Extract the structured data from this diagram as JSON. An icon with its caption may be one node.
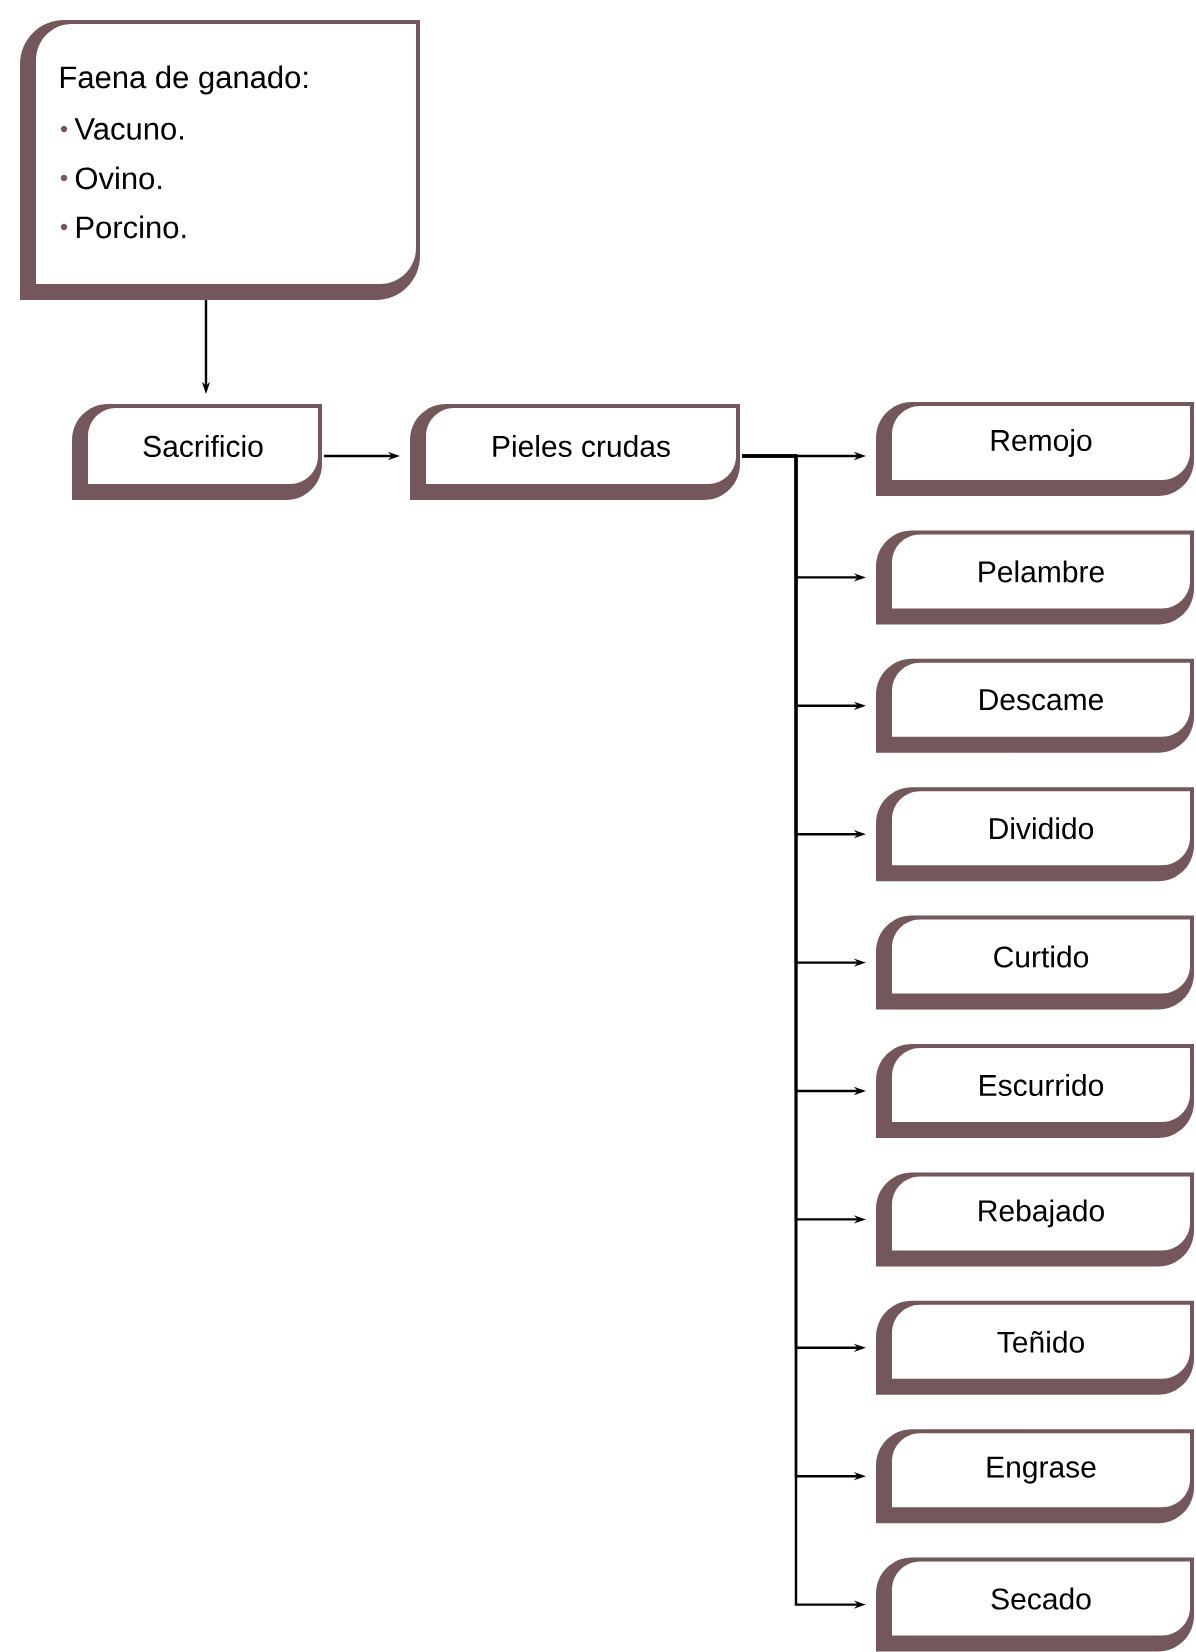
{
  "diagram": {
    "nodes": [
      {
        "text": [
          "Faena de ganado:",
          "Vacuno.",
          "Ovino.",
          "Porcino."
        ]
      },
      {
        "text": [
          "Sacrificio"
        ]
      },
      {
        "text": [
          "Pieles crudas"
        ]
      },
      {
        "text": [
          "Remojo"
        ]
      },
      {
        "text": [
          "Pelambre"
        ]
      },
      {
        "text": [
          "Descame"
        ]
      },
      {
        "text": [
          "Dividido"
        ]
      },
      {
        "text": [
          "Curtido"
        ]
      },
      {
        "text": [
          "Escurrido"
        ]
      },
      {
        "text": [
          "Rebajado"
        ]
      },
      {
        "text": [
          "Teñido"
        ]
      },
      {
        "text": [
          "Engrase"
        ]
      },
      {
        "text": [
          "Secado"
        ]
      }
    ],
    "edges": [
      {
        "from": 0,
        "to": 1,
        "arrow": "to"
      },
      {
        "from": 1,
        "to": 2,
        "arrow": "to"
      },
      {
        "from": 2,
        "to": 3,
        "arrow": "to"
      },
      {
        "from": 2,
        "to": 4,
        "arrow": "to"
      },
      {
        "from": 2,
        "to": 5,
        "arrow": "to"
      },
      {
        "from": 2,
        "to": 6,
        "arrow": "to"
      },
      {
        "from": 2,
        "to": 7,
        "arrow": "to"
      },
      {
        "from": 2,
        "to": 8,
        "arrow": "to"
      },
      {
        "from": 2,
        "to": 9,
        "arrow": "to"
      },
      {
        "from": 2,
        "to": 10,
        "arrow": "to"
      },
      {
        "from": 2,
        "to": 11,
        "arrow": "to"
      },
      {
        "from": 2,
        "to": 12,
        "arrow": "to"
      }
    ]
  }
}
